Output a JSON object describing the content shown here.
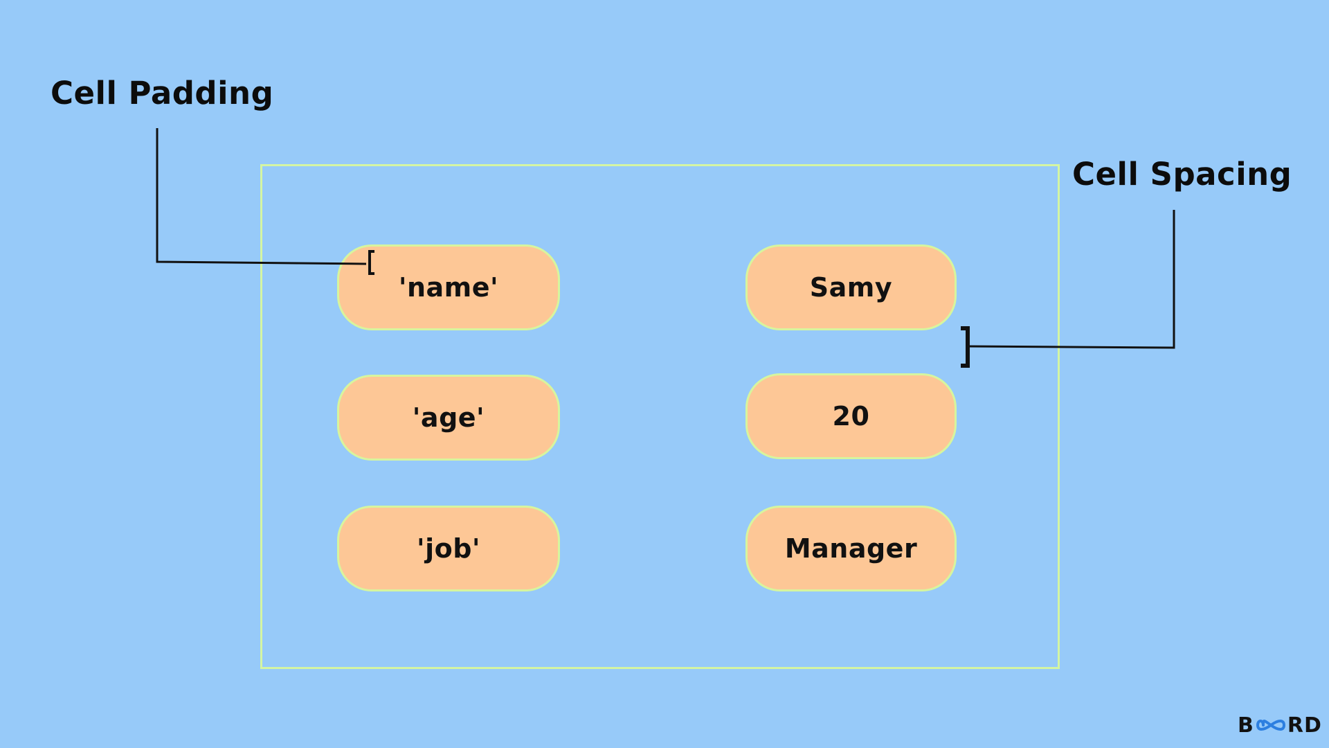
{
  "annotations": {
    "cell_padding": "Cell Padding",
    "cell_spacing": "Cell Spacing"
  },
  "table": {
    "rows": [
      {
        "key": "'name'",
        "value": "Samy"
      },
      {
        "key": "'age'",
        "value": "20"
      },
      {
        "key": "'job'",
        "value": "Manager"
      }
    ]
  },
  "brand": {
    "logo_text": "BOARD",
    "logo_prefix": "B",
    "logo_suffix": "RD"
  },
  "colors": {
    "background": "#97caf9",
    "cell_fill": "#fdc796",
    "border": "#d4f5a3",
    "ink": "#111111",
    "logo_accent": "#2d7fe0"
  }
}
